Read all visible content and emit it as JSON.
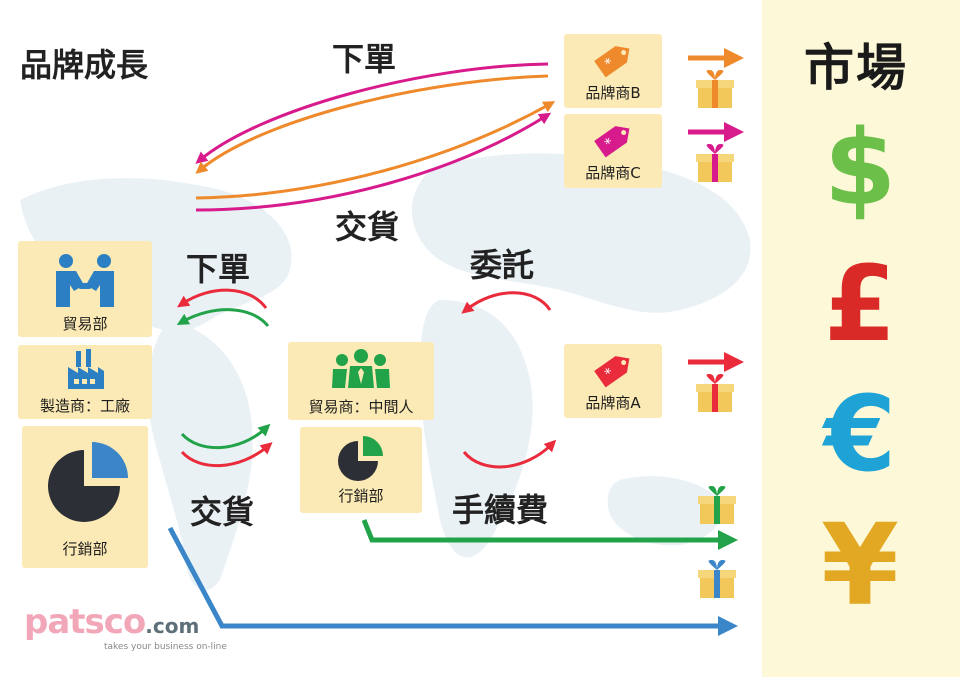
{
  "title": "品牌成長",
  "market": {
    "title": "市場",
    "currencies": [
      {
        "symbol": "$",
        "color": "#6cc04a"
      },
      {
        "symbol": "£",
        "color": "#d92a27"
      },
      {
        "symbol": "€",
        "color": "#1fa3d6"
      },
      {
        "symbol": "¥",
        "color": "#e3a823"
      }
    ]
  },
  "flow_labels": {
    "top_order": "下單",
    "top_delivery": "交貨",
    "left_order": "下單",
    "left_delivery": "交貨",
    "entrust": "委託",
    "commission": "手續費"
  },
  "boxes": {
    "trade_dept": "貿易部",
    "manufacturer": "製造商：工廠",
    "marketing_left": "行銷部",
    "trading_company": "貿易商：中間人",
    "marketing_mid": "行銷部",
    "brand_a": "品牌商A",
    "brand_b": "品牌商B",
    "brand_c": "品牌商C"
  },
  "colors": {
    "orange": "#ef8a2c",
    "magenta": "#d81b8c",
    "red": "#ea2b3b",
    "green": "#22a34a",
    "blue": "#3a86c8"
  },
  "logo": {
    "brand": "patsco",
    "suffix": ".com",
    "tagline": "takes your business on-line"
  }
}
